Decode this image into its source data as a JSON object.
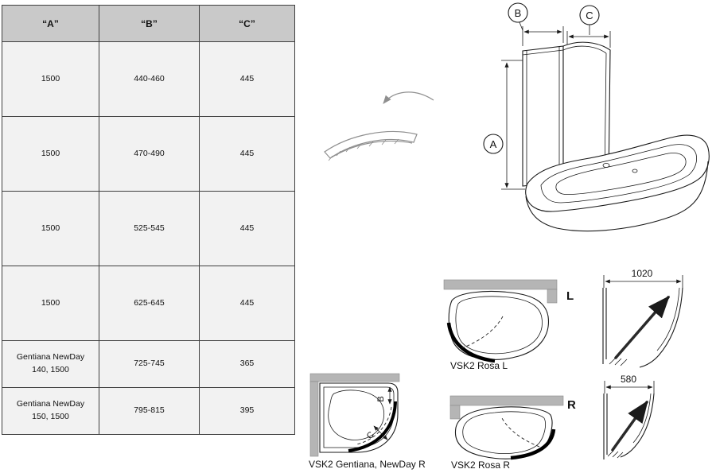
{
  "table": {
    "headers": [
      "“A”",
      "“B”",
      "“C”"
    ],
    "rows": [
      [
        "1500",
        "440-460",
        "445"
      ],
      [
        "1500",
        "470-490",
        "445"
      ],
      [
        "1500",
        "525-545",
        "445"
      ],
      [
        "1500",
        "625-645",
        "445"
      ],
      [
        "Gentiana NewDay 140, 1500",
        "725-745",
        "365"
      ],
      [
        "Gentiana NewDay 150, 1500",
        "795-815",
        "395"
      ]
    ]
  },
  "diagrams": {
    "dim_a": "A",
    "dim_b": "B",
    "dim_c": "C",
    "plan_b": "B",
    "plan_c": "C",
    "orientation_l": "L",
    "orientation_r": "R",
    "width_top": "1020",
    "width_bottom": "580",
    "captions": {
      "rosa_l": "VSK2 Rosa L",
      "gentiana_newday_r": "VSK2 Gentiana, NewDay R",
      "rosa_r": "VSK2 Rosa R"
    }
  },
  "colors": {
    "wall_gray": "#b5b5b5",
    "table_header_bg": "#c9c9c9",
    "table_cell_bg": "#f2f2f2"
  }
}
